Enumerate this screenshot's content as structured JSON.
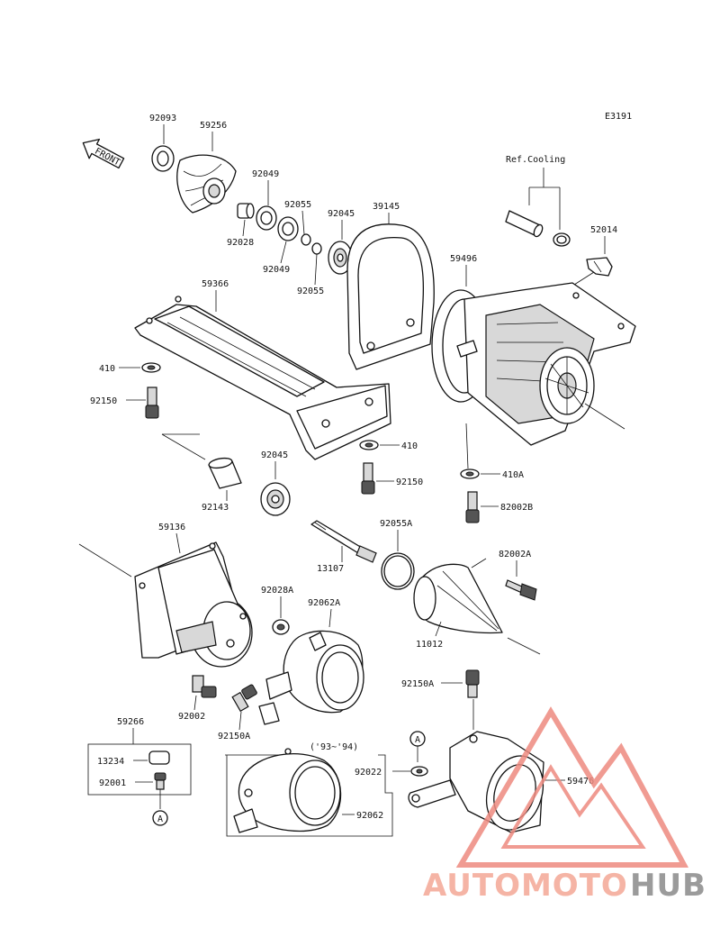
{
  "diagram": {
    "code": "E3191",
    "ref_label": "Ref.Cooling",
    "front_label": "FRONT",
    "year_note": "('93~'94)",
    "marker": "A",
    "part_numbers": {
      "p92093": "92093",
      "p59256": "59256",
      "p92049a": "92049",
      "p92055a": "92055",
      "p92045a": "92045",
      "p39145": "39145",
      "p92028": "92028",
      "p92049b": "92049",
      "p92055b": "92055",
      "p52014": "52014",
      "p59496": "59496",
      "p59366": "59366",
      "p410a": "410",
      "p92150a": "92150",
      "p410b": "410",
      "p92045b": "92045",
      "p92150b": "92150",
      "p410c": "410A",
      "p92143": "92143",
      "p82002b": "82002B",
      "p59136": "59136",
      "p92055c": "92055A",
      "p13107": "13107",
      "p82002a": "82002A",
      "p92028a": "92028A",
      "p92062a": "92062A",
      "p11012": "11012",
      "p92002": "92002",
      "p92150c": "92150A",
      "p92150d": "92150A",
      "p59266": "59266",
      "p13234": "13234",
      "p92001": "92001",
      "p92022": "92022",
      "p59476": "59476",
      "p92062": "92062"
    }
  },
  "watermark": {
    "part1": "AUTOMOTO",
    "part2": "HUB",
    "colors": {
      "accent": "#f4a896",
      "gray": "#8a8a8a",
      "triangle": "#ee8a80"
    }
  }
}
